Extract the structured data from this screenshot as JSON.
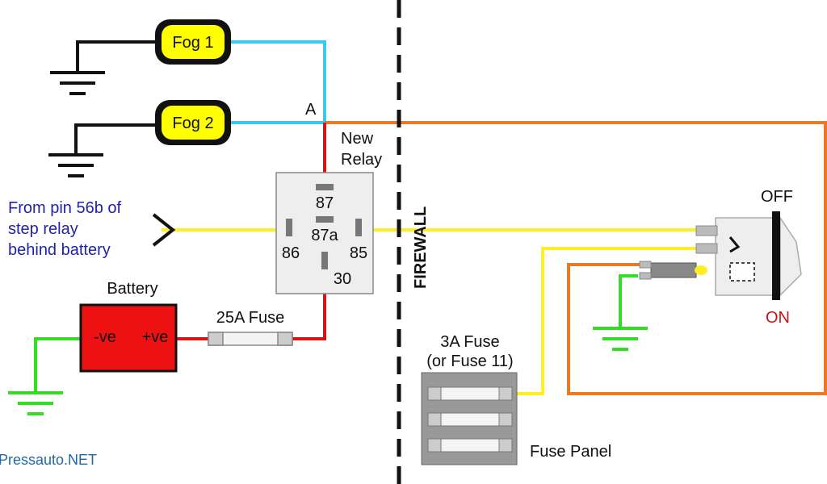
{
  "diagram": {
    "type": "wiring-diagram",
    "title": "Fog light relay wiring",
    "colors": {
      "wire_cyan": "#33ccee",
      "wire_red": "#e01010",
      "wire_yellow": "#ffee22",
      "wire_orange": "#ee7722",
      "wire_green": "#33dd22",
      "wire_black": "#111111",
      "fog_fill": "#ffff00",
      "battery_fill": "#ee1111",
      "relay_fill": "#eeeeee",
      "label_blue": "#2222aa",
      "label_red": "#cc1111",
      "watermark_blue": "#2266aa"
    },
    "lamps": [
      {
        "label": "Fog 1"
      },
      {
        "label": "Fog 2"
      }
    ],
    "junction_label": "A",
    "relay": {
      "title_line1": "New",
      "title_line2": "Relay",
      "pins": [
        "87",
        "87a",
        "86",
        "85",
        "30"
      ]
    },
    "input_label": {
      "line1": "From pin 56b of",
      "line2": "step relay",
      "line3": "behind battery"
    },
    "battery": {
      "title": "Battery",
      "neg": "-ve",
      "pos": "+ve"
    },
    "main_fuse": "25A Fuse",
    "firewall": "FIREWALL",
    "switch": {
      "off_label": "OFF",
      "on_label": "ON"
    },
    "small_fuse": {
      "line1": "3A Fuse",
      "line2": "(or Fuse 11)"
    },
    "fuse_panel": "Fuse Panel",
    "watermark": "Pressauto.NET"
  }
}
